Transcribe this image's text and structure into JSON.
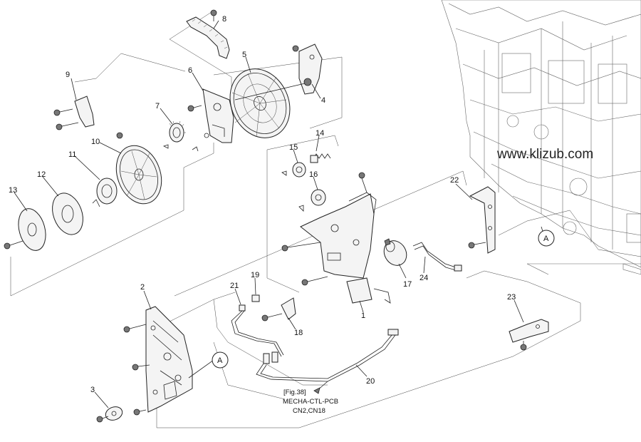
{
  "watermark": "www.klizub.com",
  "callouts": {
    "a_left": "A",
    "a_right": "A"
  },
  "reference_note": {
    "line1": "[Fig.38]",
    "line2": "MECHA-CTL-PCB",
    "line3": "CN2,CN18"
  },
  "labels": {
    "p1": "1",
    "p2": "2",
    "p3": "3",
    "p4": "4",
    "p5": "5",
    "p6": "6",
    "p7": "7",
    "p8": "8",
    "p9": "9",
    "p10": "10",
    "p11": "11",
    "p12": "12",
    "p13": "13",
    "p14": "14",
    "p15": "15",
    "p16": "16",
    "p17": "17",
    "p18": "18",
    "p19": "19",
    "p20": "20",
    "p21": "21",
    "p22": "22",
    "p23": "23",
    "p24": "24"
  }
}
